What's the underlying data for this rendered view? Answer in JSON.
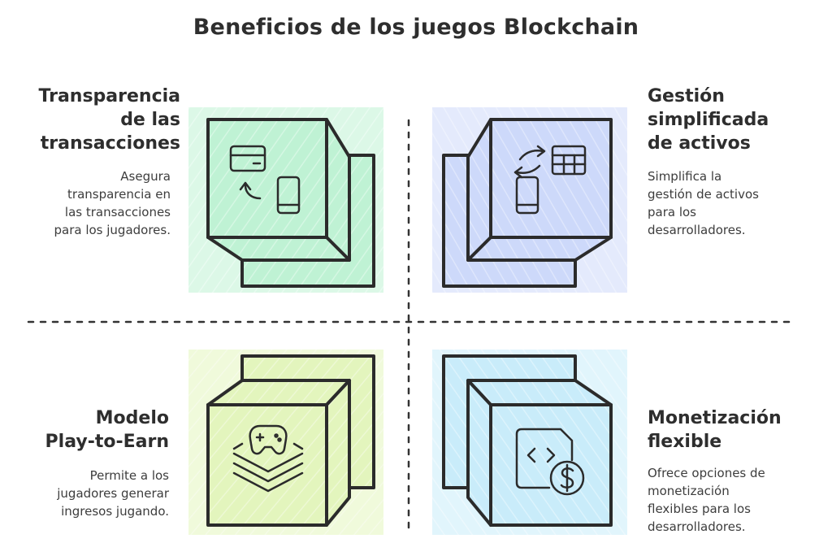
{
  "title": "Beneficios de los juegos Blockchain",
  "quadrants": [
    {
      "heading": "Transparencia\nde las\ntransacciones",
      "description": "Asegura\ntransparencia en\nlas transacciones\npara los jugadores.",
      "color": "#bff2d4",
      "icons": [
        "credit-card-icon",
        "rotate-arrow-icon",
        "smartphone-icon"
      ]
    },
    {
      "heading": "Gestión\nsimplificada\nde activos",
      "description": "Simplifica la\ngestión de activos\npara los\ndesarrolladores.",
      "color": "#cdd9fa",
      "icons": [
        "swap-arrows-icon",
        "table-grid-icon",
        "smartphone-icon"
      ]
    },
    {
      "heading": "Modelo\nPlay-to-Earn",
      "description": "Permite a los\njugadores generar\ningresos jugando.",
      "color": "#e3f5bd",
      "icons": [
        "gamepad-stack-icon"
      ]
    },
    {
      "heading": "Monetización\nflexible",
      "description": "Ofrece opciones de\nmonetización\nflexibles para los\ndesarrolladores.",
      "color": "#c9ecfa",
      "icons": [
        "code-file-dollar-icon"
      ]
    }
  ]
}
